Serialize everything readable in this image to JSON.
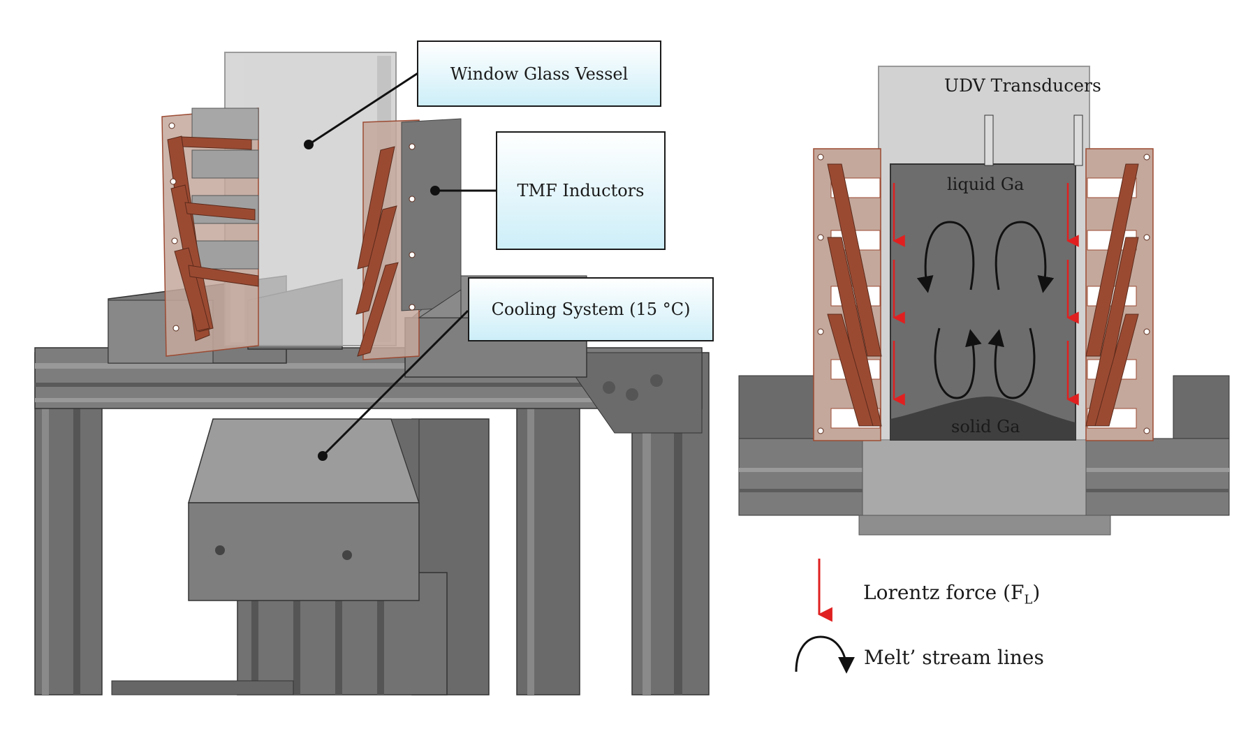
{
  "callouts": {
    "vessel": "Window Glass Vessel",
    "inductors": "TMF Inductors",
    "cooling": "Cooling System (15 °C)"
  },
  "schematic": {
    "transducers": "UDV Transducers",
    "liquid": "liquid Ga",
    "solid": "solid Ga"
  },
  "legend": {
    "force_text": "Lorentz force (F",
    "force_sub": "L",
    "force_close": ")",
    "stream": "Melt’ stream lines"
  },
  "colors": {
    "arrow": "#e02020",
    "coil": "#9b4a32",
    "frame": "#6e6e6e",
    "callout_fill": "#cdeef8"
  }
}
